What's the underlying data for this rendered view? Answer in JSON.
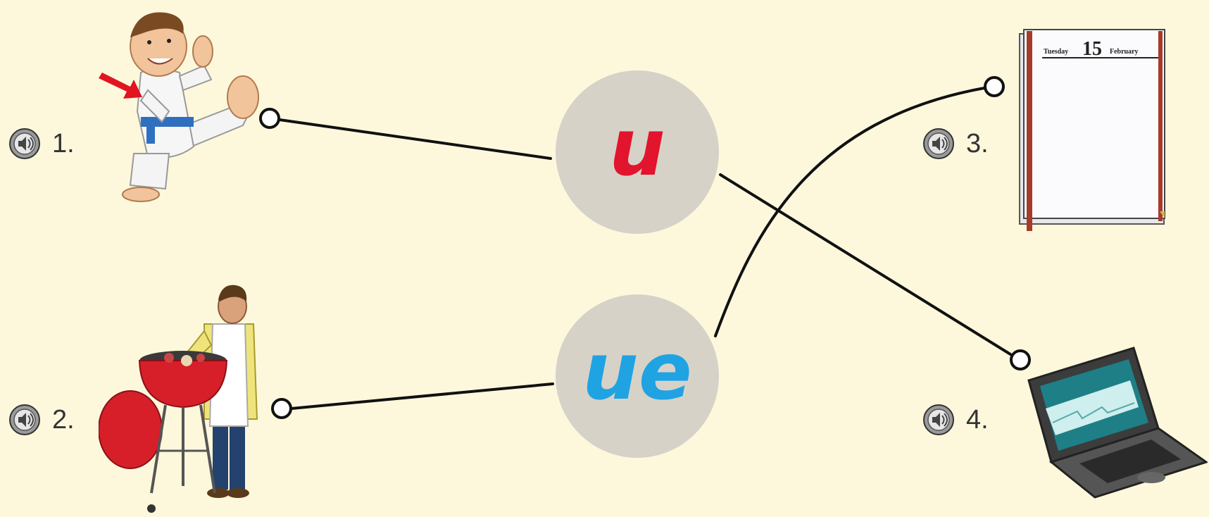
{
  "colors": {
    "background": "#fdf8dc",
    "circle_fill": "#d7d2c8",
    "u_color": "#e3142d",
    "ue_color": "#1fa3e3",
    "line_color": "#111111"
  },
  "items": [
    {
      "number": "1.",
      "picture": "karate-boy",
      "icon": "speaker-icon"
    },
    {
      "number": "2.",
      "picture": "man-at-barbecue-grill",
      "icon": "speaker-icon"
    },
    {
      "number": "3.",
      "picture": "calendar-page",
      "icon": "speaker-icon"
    },
    {
      "number": "4.",
      "picture": "laptop-computer",
      "icon": "speaker-icon"
    }
  ],
  "phonemes": [
    {
      "text": "u"
    },
    {
      "text": "ue"
    }
  ],
  "calendar": {
    "day": "Tuesday",
    "date": "15",
    "month": "February"
  },
  "connections": [
    {
      "from": "1.",
      "to": "u"
    },
    {
      "from": "2.",
      "to": "ue"
    },
    {
      "from": "ue",
      "to": "3."
    },
    {
      "from": "u",
      "to": "4."
    }
  ]
}
